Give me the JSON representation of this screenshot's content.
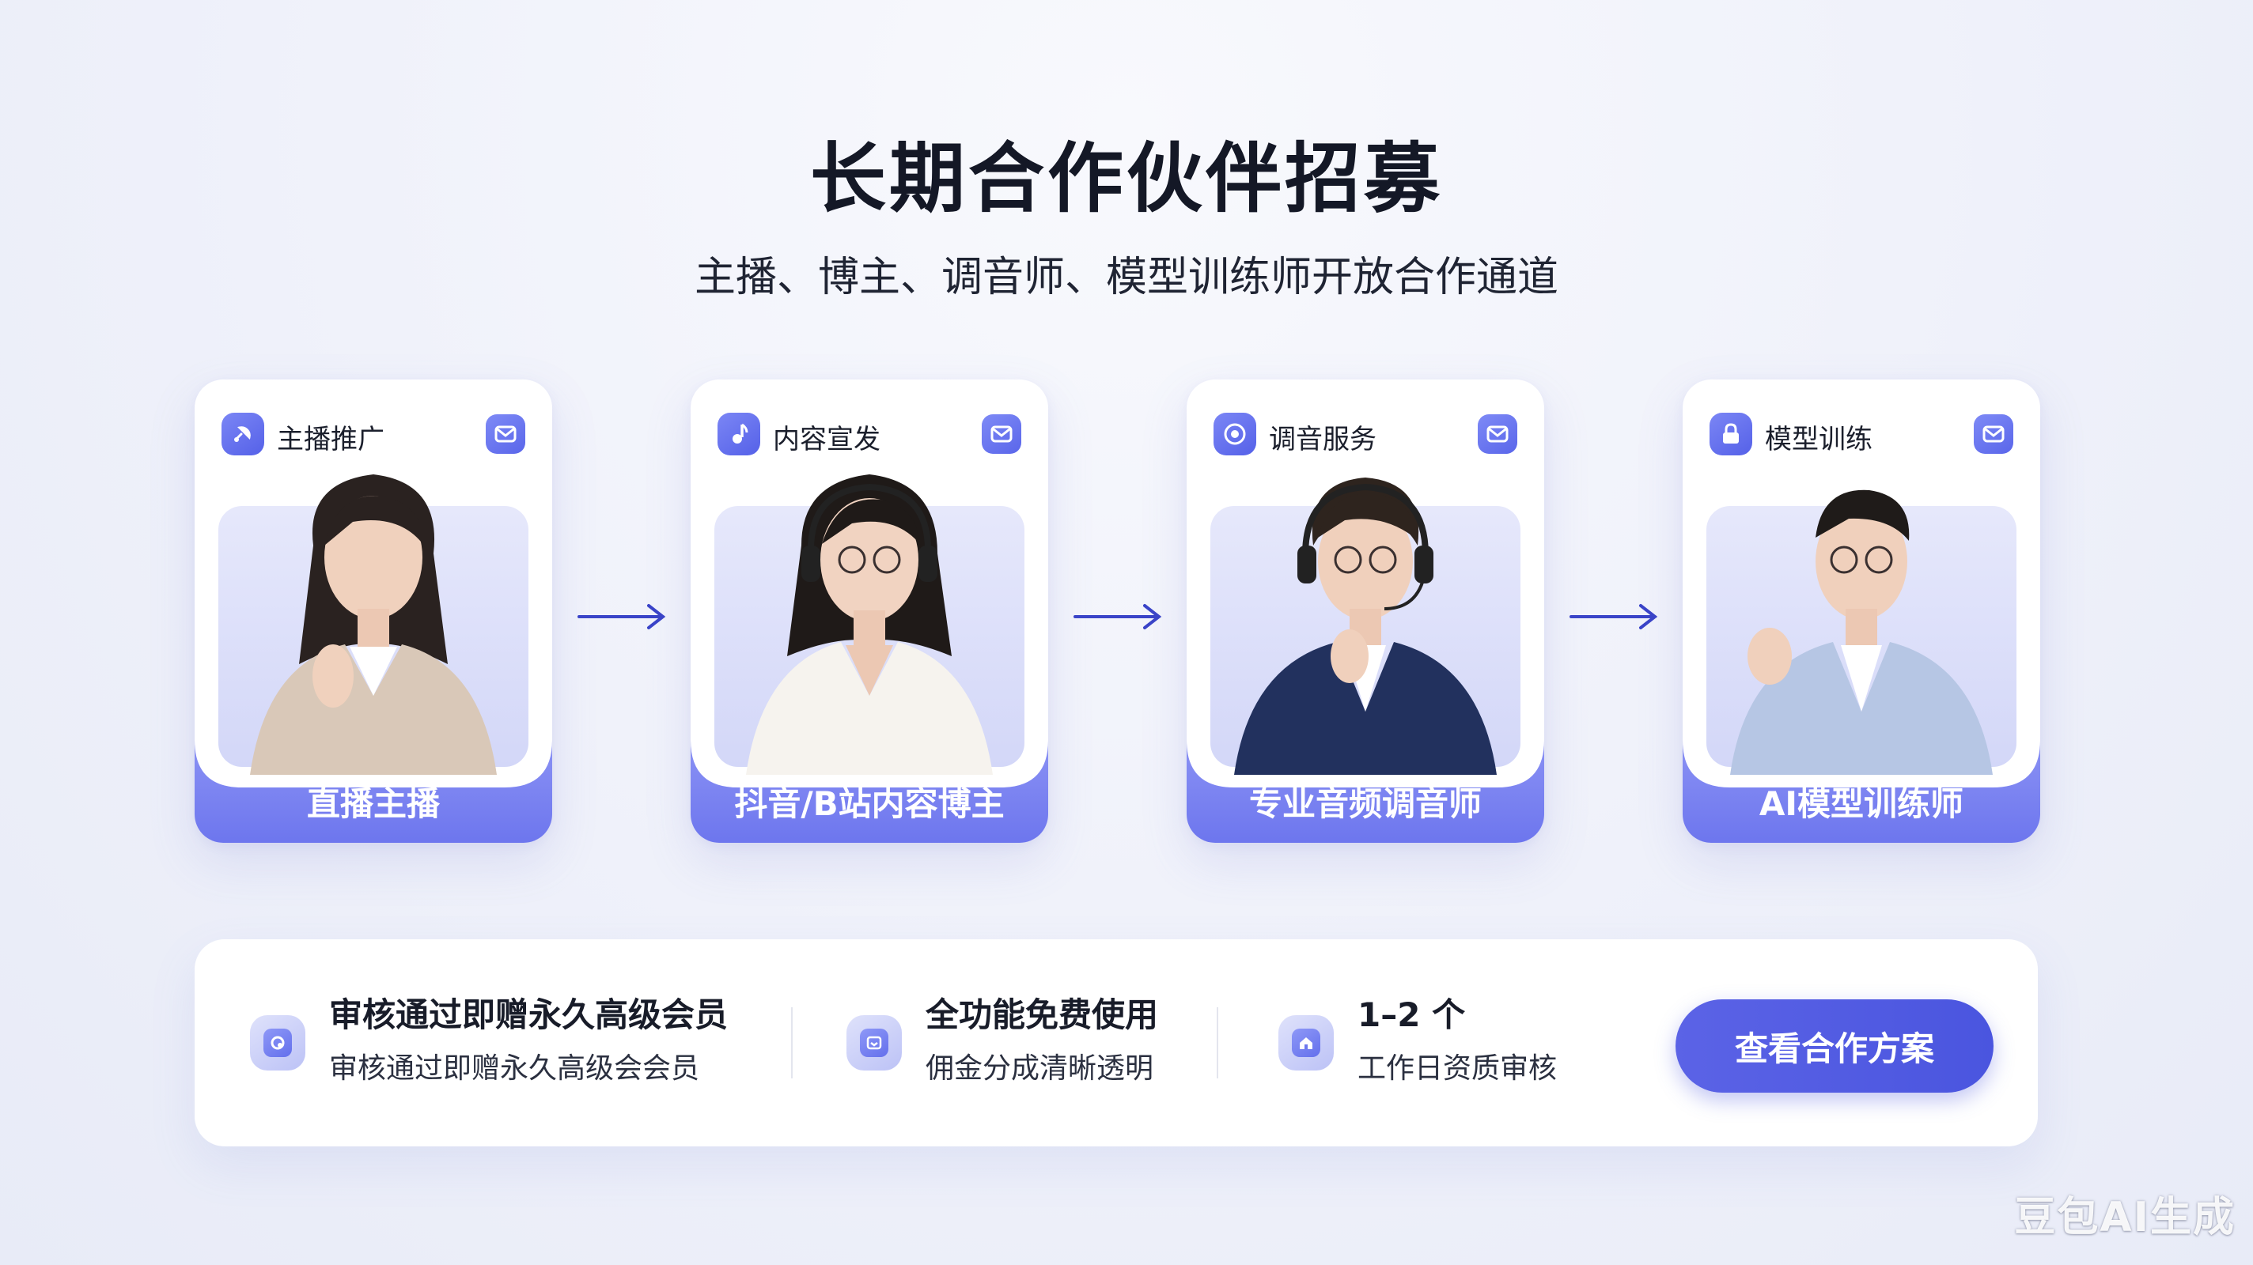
{
  "hero": {
    "title": "长期合作伙伴招募",
    "subtitle": "主播、博主、调音师、模型训练师开放合作通道"
  },
  "cards": [
    {
      "label": "主播推广",
      "icon": "broadcast-icon",
      "role": "直播主播"
    },
    {
      "label": "内容宣发",
      "icon": "music-note-icon",
      "role": "抖音/B站内容博主"
    },
    {
      "label": "调音服务",
      "icon": "record-icon",
      "role": "专业音频调音师"
    },
    {
      "label": "模型训练",
      "icon": "lock-icon",
      "role": "AI模型训练师"
    }
  ],
  "benefits": [
    {
      "title": "审核通过即赠永久高级会员",
      "desc": "审核通过即赠永久高级会会员",
      "icon": "gift-icon"
    },
    {
      "title": "全功能免费使用",
      "desc": "佣金分成清晰透明",
      "icon": "calendar-icon"
    },
    {
      "title": "1–2 个",
      "desc": "工作日资质审核",
      "icon": "home-icon"
    }
  ],
  "cta": {
    "label": "查看合作方案"
  },
  "watermark": "豆包AI生成",
  "colors": {
    "accent": "#5561e8",
    "band": "#7a82f2",
    "title": "#141826"
  }
}
